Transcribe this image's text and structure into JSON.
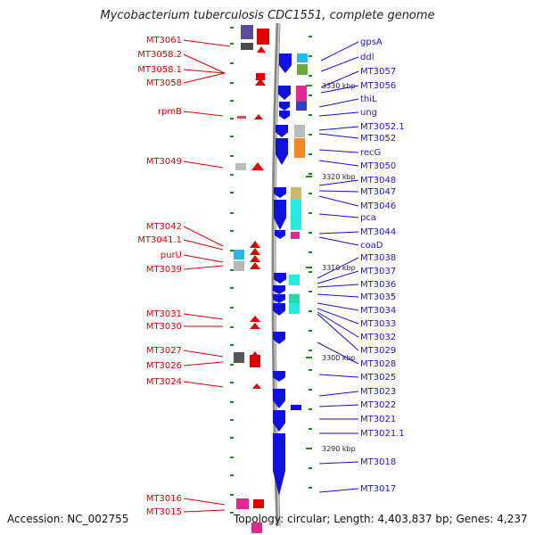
{
  "title": "Mycobacterium tuberculosis CDC1551, complete genome",
  "footer": {
    "accession": "Accession: NC_002755",
    "summary": "Topology: circular; Length: 4,403,837 bp; Genes: 4,237"
  },
  "colors": {
    "left_strand": "#e00000",
    "right_strand": "#1010dd",
    "backbone": "#999999",
    "tick": "#1a8a1a"
  },
  "scale_marks": [
    "3330 kbp",
    "3320 kbp",
    "3310 kbp",
    "3300 kbp",
    "3290 kbp"
  ],
  "left_labels": [
    "MT3061",
    "MT3058.2",
    "MT3058.1",
    "MT3058",
    "rpmB",
    "MT3049",
    "MT3042",
    "MT3041.1",
    "purU",
    "MT3039",
    "MT3031",
    "MT3030",
    "MT3027",
    "MT3026",
    "MT3024",
    "MT3016",
    "MT3015"
  ],
  "right_labels": [
    "gpsA",
    "ddl",
    "MT3057",
    "MT3056",
    "thiL",
    "ung",
    "MT3052.1",
    "MT3052",
    "recG",
    "MT3050",
    "MT3048",
    "MT3047",
    "MT3046",
    "pca",
    "MT3044",
    "coaD",
    "MT3038",
    "MT3037",
    "MT3036",
    "MT3035",
    "MT3034",
    "MT3033",
    "MT3032",
    "MT3029",
    "MT3028",
    "MT3025",
    "MT3023",
    "MT3022",
    "MT3021",
    "MT3021.1",
    "MT3018",
    "MT3017"
  ]
}
